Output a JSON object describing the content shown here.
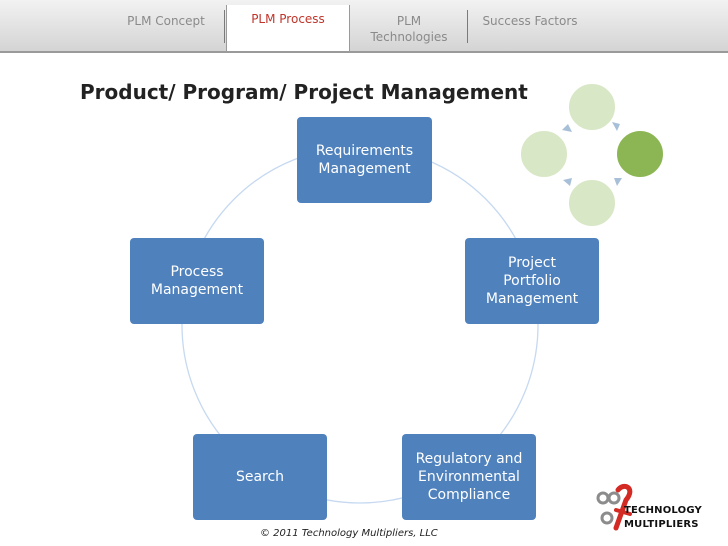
{
  "tabs": [
    {
      "label": "PLM Concept",
      "active": false
    },
    {
      "label": "PLM Process",
      "active": true
    },
    {
      "label": "PLM\nTechnologies",
      "active": false
    },
    {
      "label": "Success Factors",
      "active": false
    }
  ],
  "title": "Product/ Program/ Project Management",
  "nodes": {
    "requirements": "Requirements\nManagement",
    "portfolio": "Project\nPortfolio\nManagement",
    "regulatory": "Regulatory and\nEnvironmental\nCompliance",
    "search": "Search",
    "process": "Process\nManagement"
  },
  "footer": "© 2011 Technology Multipliers, LLC",
  "logo": {
    "line1": "TECHNOLOGY",
    "line2": "MULTIPLIERS"
  },
  "colors": {
    "node": "#4f81bd",
    "ring": "#c6d9f1",
    "active_tab_text": "#c0352b",
    "deco_circle": "#d8e7c5",
    "deco_circle_active": "#8cb654",
    "deco_arrow": "#a8bfd8"
  }
}
